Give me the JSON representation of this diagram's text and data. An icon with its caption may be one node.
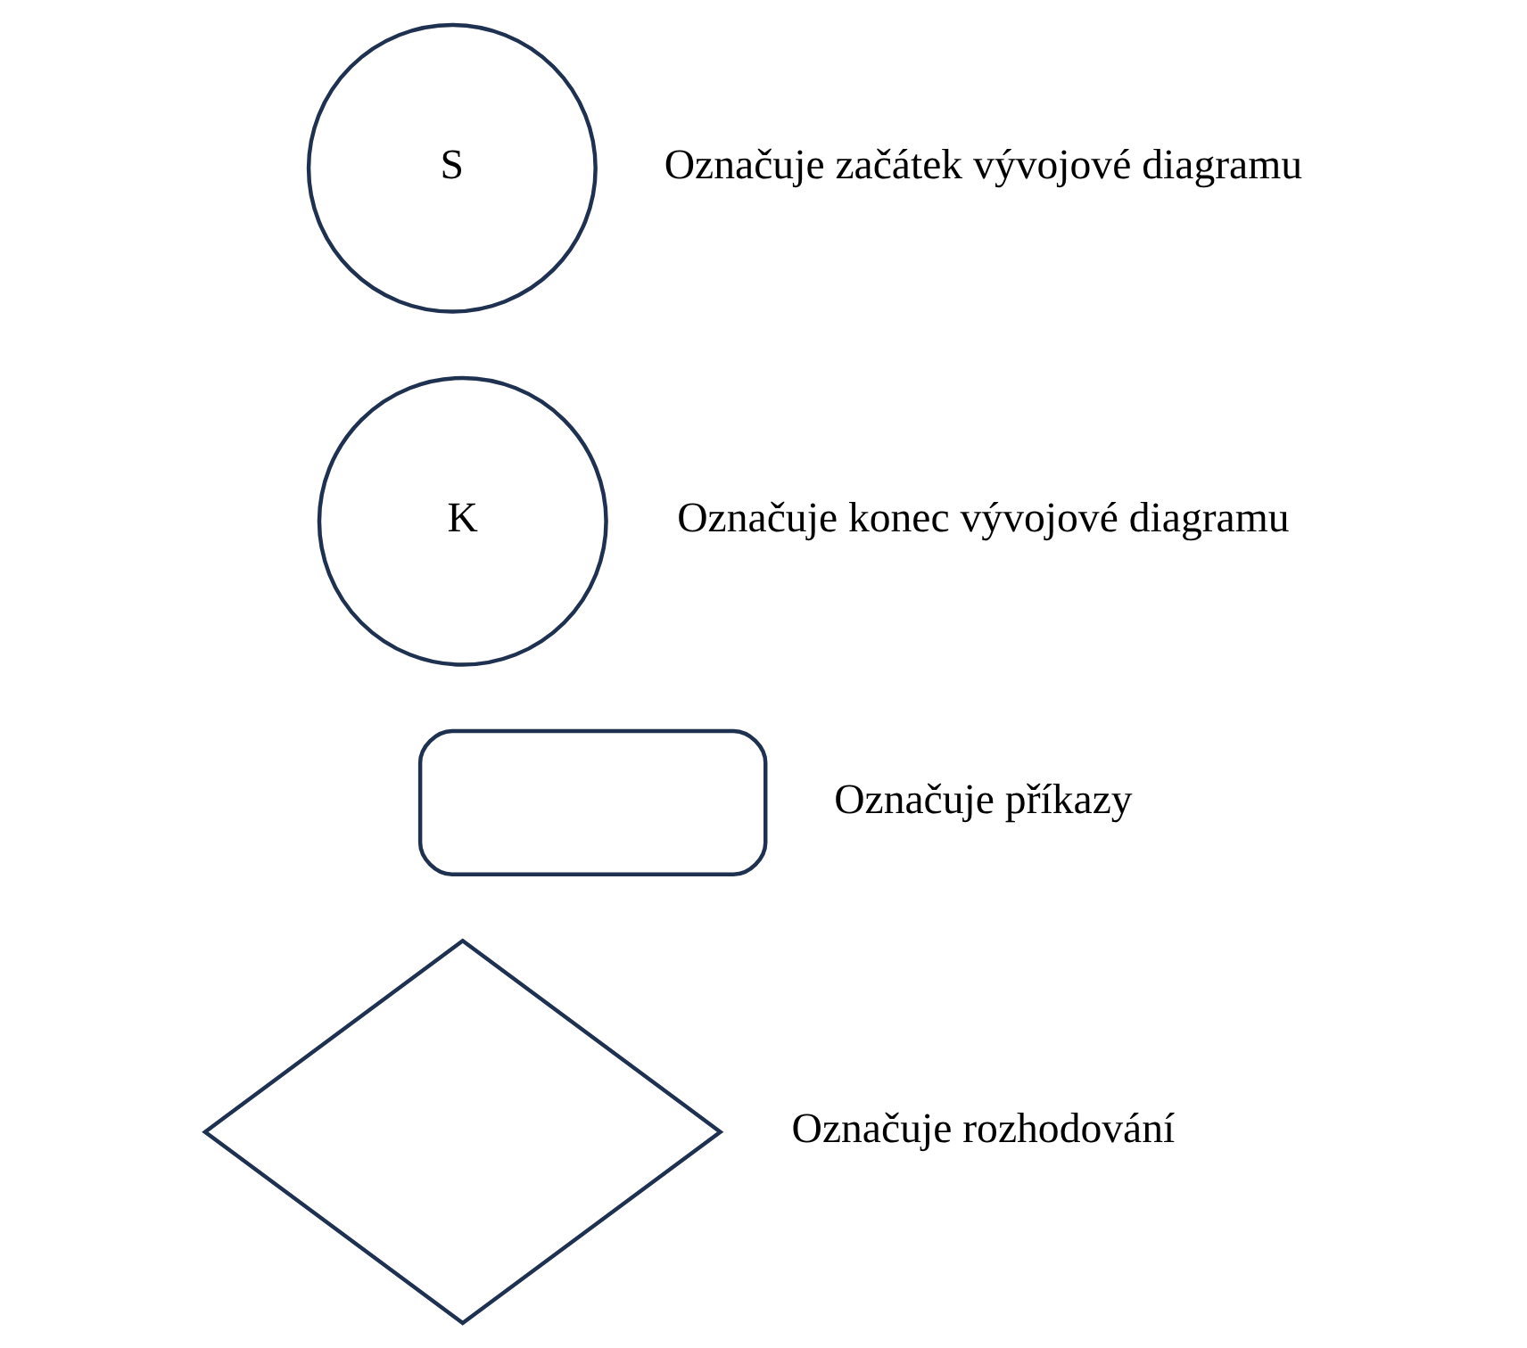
{
  "diagram": {
    "nodes": [
      {
        "text": [
          "S"
        ],
        "beside": [
          "Označuje začátek vývojové diagramu"
        ]
      },
      {
        "text": [
          "K"
        ],
        "beside": [
          "Označuje konec vývojové diagramu"
        ]
      },
      {
        "text": [],
        "shape": "box",
        "beside": [
          "Označuje příkazy"
        ]
      },
      {
        "text": [],
        "shape": "diamond",
        "beside": [
          "Označuje rozhodování"
        ]
      }
    ]
  }
}
